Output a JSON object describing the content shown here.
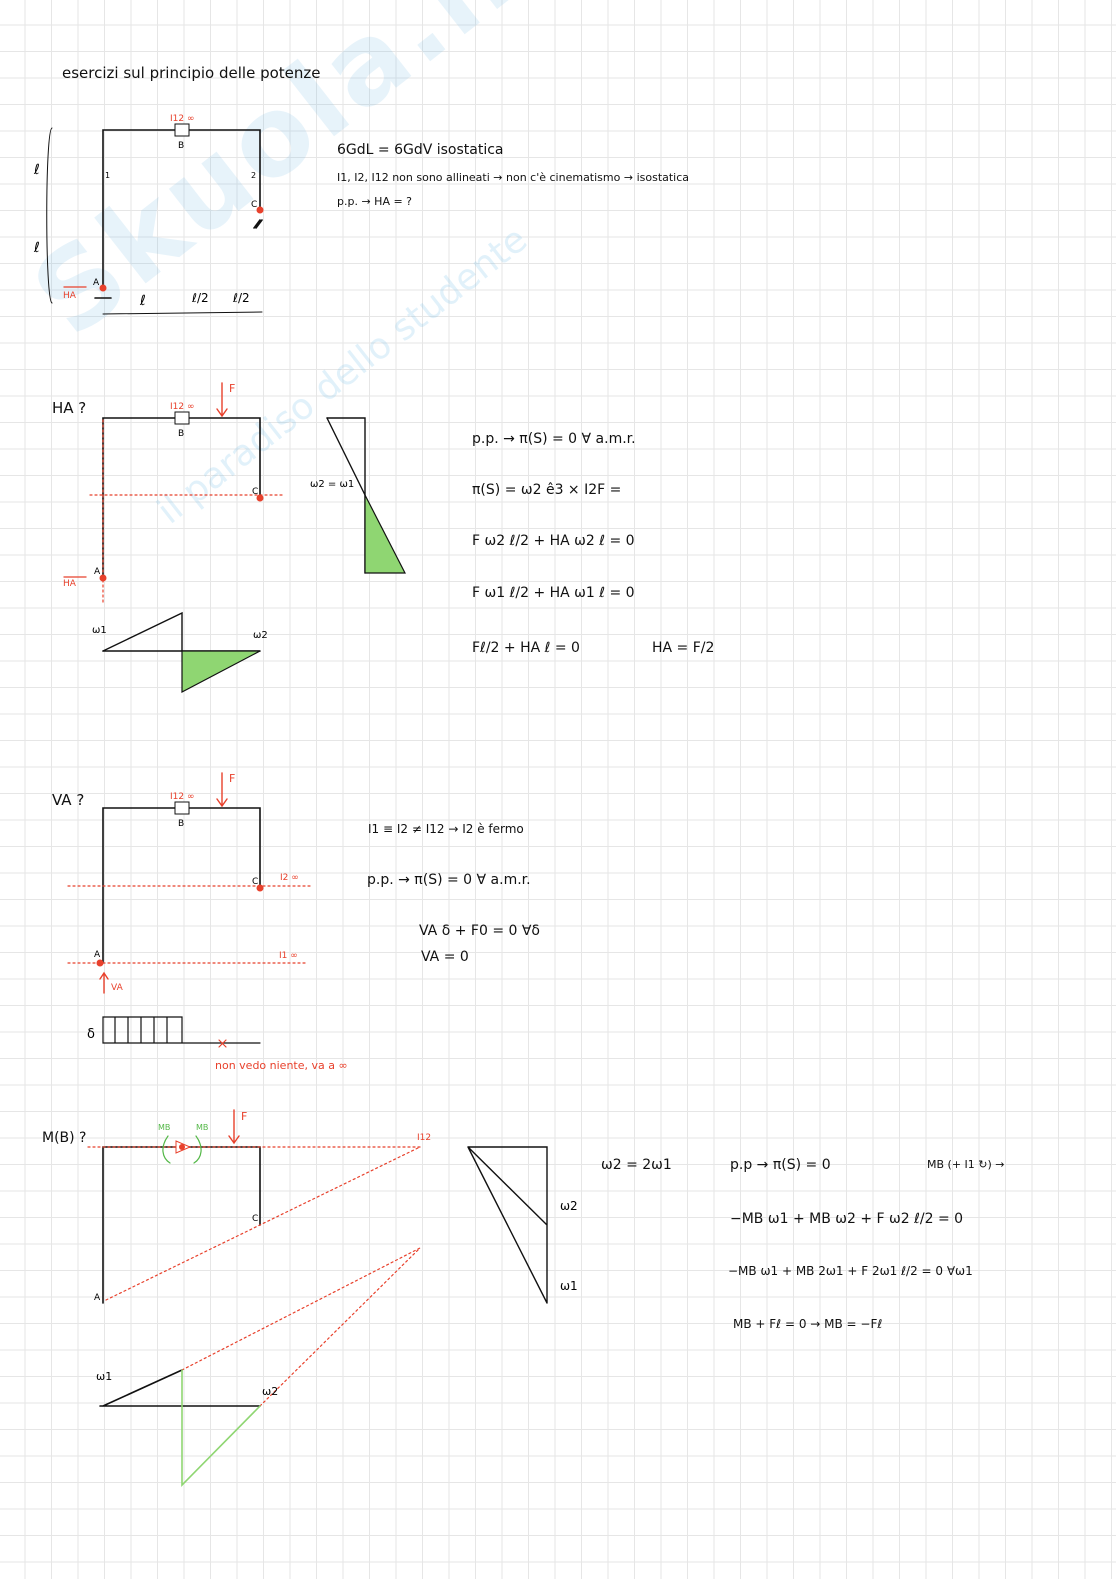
{
  "title": "esercizi sul principio delle potenze",
  "watermark": {
    "brand": "Skuola.net",
    "tagline": "il paradiso dello studente"
  },
  "section1": {
    "labels": {
      "hinge": "I12 ∞",
      "B": "B",
      "C": "C",
      "A": "A",
      "I1": "1",
      "I2": "2",
      "HA": "HA",
      "l": "ℓ",
      "l_half": "ℓ/2"
    },
    "lines": [
      "6GdL = 6GdV   isostatica",
      "I1, I2, I12  non sono allineati → non c'è cinematismo → isostatica",
      "p.p. → HA = ?"
    ]
  },
  "section2": {
    "heading": "HA ?",
    "labels": {
      "F": "F",
      "w2w1": "ω2 = ω1",
      "w1": "ω1",
      "w2": "ω2"
    },
    "lines": [
      "p.p. → π(S) = 0      ∀ a.m.r.",
      "π(S) = ω2 ê3 × I2F =",
      "F ω2 ℓ/2 + HA ω2 ℓ = 0",
      "F ω1 ℓ/2 + HA ω1 ℓ = 0",
      "Fℓ/2 + HA ℓ = 0"
    ],
    "result": "HA = F/2"
  },
  "section3": {
    "heading": "VA ?",
    "labels": {
      "I2inf": "I2 ∞",
      "I1inf": "I1 ∞",
      "VA": "VA",
      "delta": "δ",
      "note": "non vedo niente, va a ∞"
    },
    "lines": [
      "I1 ≡ I2 ≠ I12  → I2 è fermo",
      "p.p. → π(S) = 0      ∀ a.m.r.",
      "VA δ + F0 = 0    ∀δ",
      "VA = 0"
    ]
  },
  "section4": {
    "heading": "M(B) ?",
    "labels": {
      "MB": "MB",
      "I12": "I12",
      "w1": "ω1",
      "w2": "ω2"
    },
    "relation": "ω2 = 2ω1",
    "lines": [
      "p.p → π(S) = 0",
      "MB (+ I1 ↻) →",
      "−MB ω1 + MB ω2 + F ω2 ℓ/2 = 0",
      "−MB ω1 + MB 2ω1 + F 2ω1 ℓ/2 = 0    ∀ω1",
      "MB + Fℓ = 0   →   MB = −Fℓ"
    ]
  },
  "colors": {
    "ink": "#111111",
    "red": "#e8412c",
    "green": "#8fd672"
  }
}
